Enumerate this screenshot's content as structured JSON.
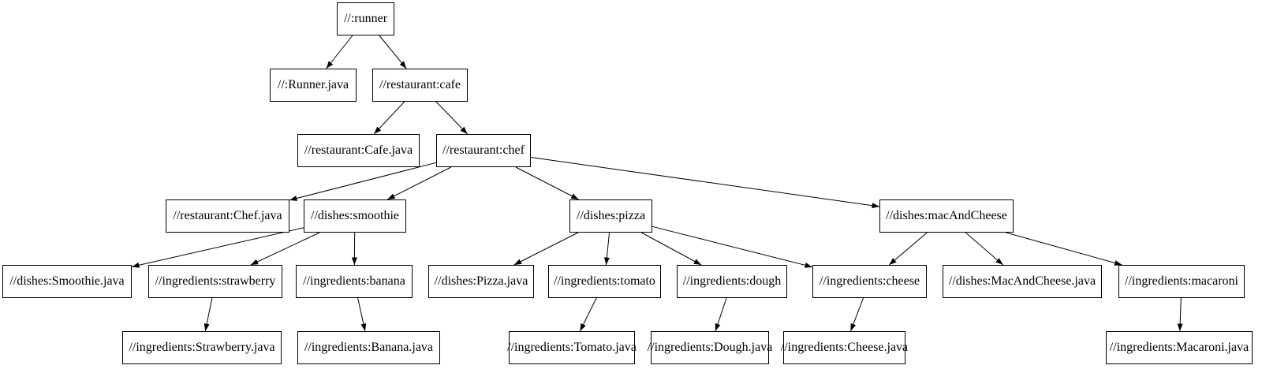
{
  "colors": {
    "background": "#ffffff",
    "node_fill": "#ffffff",
    "node_border": "#000000",
    "text": "#000000",
    "edge": "#000000"
  },
  "graph": {
    "type": "dependency-graph",
    "nodes": [
      {
        "id": "runner",
        "label": "//:runner"
      },
      {
        "id": "runner-java",
        "label": "//:Runner.java"
      },
      {
        "id": "cafe",
        "label": "//restaurant:cafe"
      },
      {
        "id": "cafe-java",
        "label": "//restaurant:Cafe.java"
      },
      {
        "id": "chef",
        "label": "//restaurant:chef"
      },
      {
        "id": "chef-java",
        "label": "//restaurant:Chef.java"
      },
      {
        "id": "smoothie",
        "label": "//dishes:smoothie"
      },
      {
        "id": "pizza",
        "label": "//dishes:pizza"
      },
      {
        "id": "mac-and-cheese",
        "label": "//dishes:macAndCheese"
      },
      {
        "id": "smoothie-java",
        "label": "//dishes:Smoothie.java"
      },
      {
        "id": "strawberry",
        "label": "//ingredients:strawberry"
      },
      {
        "id": "banana",
        "label": "//ingredients:banana"
      },
      {
        "id": "pizza-java",
        "label": "//dishes:Pizza.java"
      },
      {
        "id": "tomato",
        "label": "//ingredients:tomato"
      },
      {
        "id": "dough",
        "label": "//ingredients:dough"
      },
      {
        "id": "cheese",
        "label": "//ingredients:cheese"
      },
      {
        "id": "mac-and-cheese-java",
        "label": "//dishes:MacAndCheese.java"
      },
      {
        "id": "macaroni",
        "label": "//ingredients:macaroni"
      },
      {
        "id": "strawberry-java",
        "label": "//ingredients:Strawberry.java"
      },
      {
        "id": "banana-java",
        "label": "//ingredients:Banana.java"
      },
      {
        "id": "tomato-java",
        "label": "//ingredients:Tomato.java"
      },
      {
        "id": "dough-java",
        "label": "//ingredients:Dough.java"
      },
      {
        "id": "cheese-java",
        "label": "//ingredients:Cheese.java"
      },
      {
        "id": "macaroni-java",
        "label": "//ingredients:Macaroni.java"
      }
    ],
    "edges": [
      {
        "from": "runner",
        "to": "runner-java"
      },
      {
        "from": "runner",
        "to": "cafe"
      },
      {
        "from": "cafe",
        "to": "cafe-java"
      },
      {
        "from": "cafe",
        "to": "chef"
      },
      {
        "from": "chef",
        "to": "chef-java"
      },
      {
        "from": "chef",
        "to": "smoothie"
      },
      {
        "from": "chef",
        "to": "pizza"
      },
      {
        "from": "chef",
        "to": "mac-and-cheese"
      },
      {
        "from": "smoothie",
        "to": "smoothie-java"
      },
      {
        "from": "smoothie",
        "to": "strawberry"
      },
      {
        "from": "smoothie",
        "to": "banana"
      },
      {
        "from": "strawberry",
        "to": "strawberry-java"
      },
      {
        "from": "banana",
        "to": "banana-java"
      },
      {
        "from": "pizza",
        "to": "pizza-java"
      },
      {
        "from": "pizza",
        "to": "tomato"
      },
      {
        "from": "pizza",
        "to": "dough"
      },
      {
        "from": "pizza",
        "to": "cheese"
      },
      {
        "from": "mac-and-cheese",
        "to": "cheese"
      },
      {
        "from": "mac-and-cheese",
        "to": "mac-and-cheese-java"
      },
      {
        "from": "mac-and-cheese",
        "to": "macaroni"
      },
      {
        "from": "tomato",
        "to": "tomato-java"
      },
      {
        "from": "dough",
        "to": "dough-java"
      },
      {
        "from": "cheese",
        "to": "cheese-java"
      },
      {
        "from": "macaroni",
        "to": "macaroni-java"
      }
    ]
  }
}
